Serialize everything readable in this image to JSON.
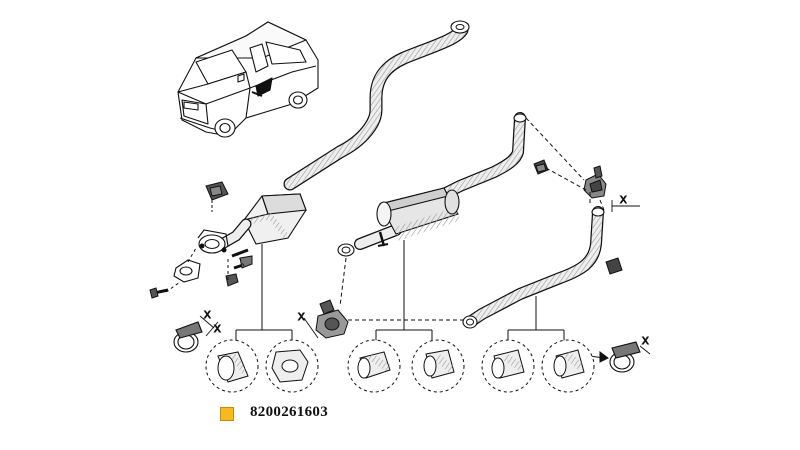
{
  "diagram": {
    "part_number": "8200261603",
    "dimension_labels": [
      "X",
      "X",
      "X",
      "X",
      "X"
    ],
    "colors": {
      "line": "#111111",
      "pipe_fill": "#eeeeee",
      "pipe_hatch": "#9a9a9a",
      "callout_badge": "#f5b921",
      "background": "#ffffff"
    }
  }
}
